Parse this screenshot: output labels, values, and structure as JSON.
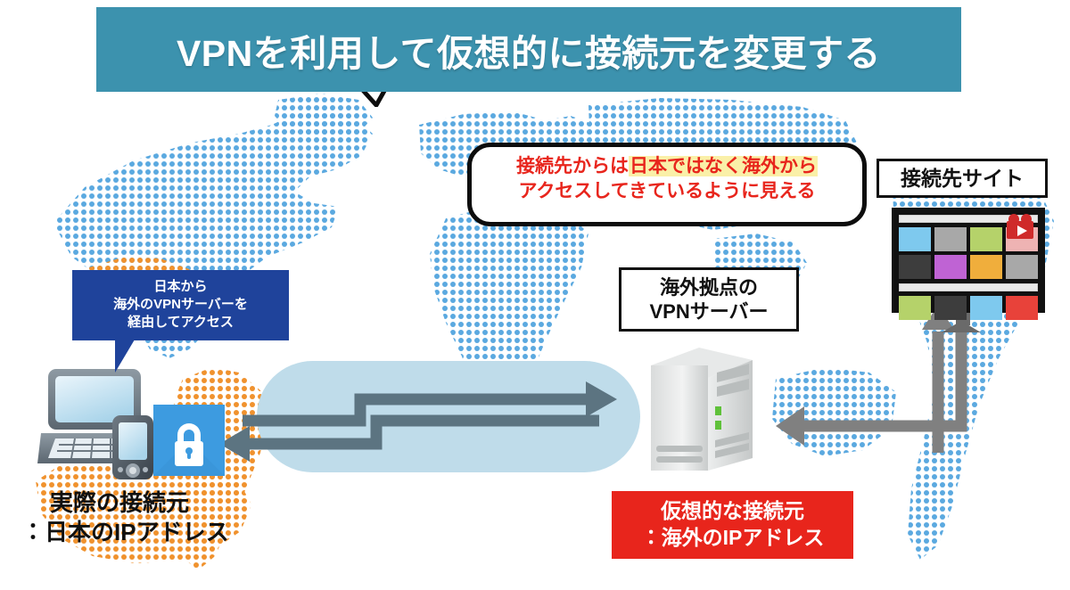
{
  "title": {
    "text": "VPNを利用して仮想的に接続元を変更する",
    "background_color": "#3c92ae",
    "text_color": "#ffffff"
  },
  "callout_left": {
    "name": "japan-to-overseas-vpn-callout",
    "background_color": "#1f439b",
    "text_color": "#ffffff",
    "lines": [
      "日本から",
      "海外のVPNサーバーを",
      "経由してアクセス"
    ]
  },
  "speech_bubble": {
    "text_color": "#e8251c",
    "highlight_color": "#faf0a8",
    "line1_pre": "接続先からは",
    "line1_highlight": "日本ではなく海外から",
    "line2": "アクセスしてきているように見える",
    "full_text": "接続先からは日本ではなく海外からアクセスしてきているように見える"
  },
  "labels": {
    "site": {
      "lines": [
        "接続先サイト"
      ]
    },
    "vpn_server": {
      "lines": [
        "海外拠点の",
        "VPNサーバー"
      ]
    }
  },
  "captions": {
    "actual_source": {
      "lines": [
        "実際の接続元",
        "：日本のIPアドレス"
      ],
      "text_color": "#111111"
    },
    "virtual_source": {
      "lines": [
        "仮想的な接続元",
        "：海外のIPアドレス"
      ],
      "background_color": "#e8251c",
      "text_color": "#ffffff"
    }
  },
  "graphics": {
    "tunnel": {
      "name": "vpn-tunnel",
      "color": "#bfdcea"
    },
    "arrow_color": "#5c7481",
    "map_dot_blue": "#5ba9e0",
    "map_dot_orange": "#f0922e",
    "lock_tile_color": "#3d9be0",
    "server_led_color": "#5fc13a",
    "website_tiles_row1": [
      "#7ec9ee",
      "#a8a8a8",
      "#b5d26a",
      "#eeb3b3"
    ],
    "website_tiles_row2": [
      "#3d3d3d",
      "#bf63d4",
      "#f0ae3c",
      "#a8a8a8"
    ],
    "website_tiles_row3": [
      "#b5d26a",
      "#3d3d3d",
      "#7ec9ee",
      "#e8423a"
    ],
    "camera_icon_color": "#cf2a2a"
  }
}
